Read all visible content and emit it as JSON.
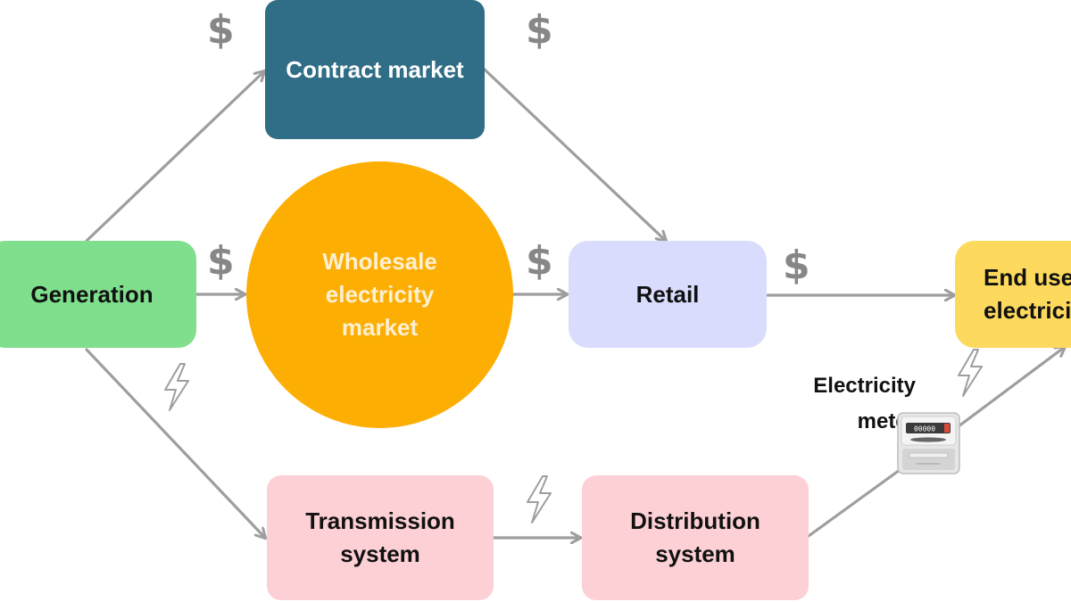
{
  "diagram": {
    "colors": {
      "generation": "#7fdf8d",
      "contract": "#306d86",
      "wholesale": "#fdae03",
      "retail": "#d9dcfd",
      "end_user": "#fdda5d",
      "transmission": "#fcd0d5",
      "distribution": "#fcd0d5",
      "arrow": "#9e9e9e",
      "dollar": "#878787"
    },
    "nodes": {
      "generation": "Generation",
      "contract": "Contract market",
      "wholesale": "Wholesale\nelectricity\nmarket",
      "retail": "Retail",
      "end_user": "End user\nelectricity",
      "transmission": "Transmission\nsystem",
      "distribution": "Distribution\nsystem"
    },
    "meter": {
      "label": "Electricity\nmeter",
      "icon": "electricity-meter-icon",
      "display": "00000"
    },
    "symbols": {
      "money": "$",
      "power_icon": "lightning-bolt-icon"
    }
  }
}
